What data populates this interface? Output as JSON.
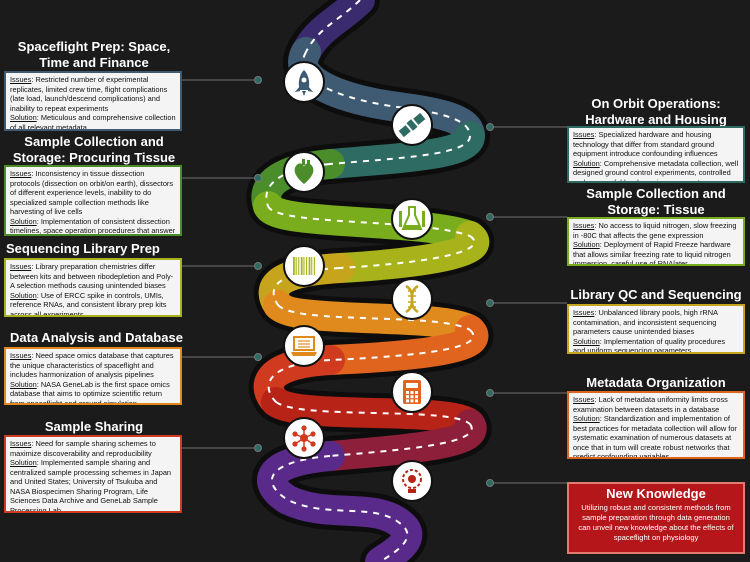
{
  "colors": {
    "background": "#1b1b1b",
    "road_segments": [
      "#3a2a6e",
      "#3f5a73",
      "#2e6b63",
      "#4a8d2a",
      "#79ad1e",
      "#a8b21a",
      "#c6a51d",
      "#e08a1e",
      "#e0641e",
      "#d03a1e",
      "#b82318",
      "#8e1f3a",
      "#5a2a8a"
    ],
    "icon_circle": "#ffffff"
  },
  "icons": [
    "rocket-icon",
    "satellite-icon",
    "heart-icon",
    "flask-icon",
    "barcode-icon",
    "dna-icon",
    "laptop-icon",
    "calculator-icon",
    "network-icon",
    "lightbulb-gear-icon"
  ],
  "left": [
    {
      "title": "Spaceflight Prep: Space, Time and Finance Limitations",
      "issues_label": "Issues",
      "issues_text": ": Restricted number of experimental replicates, limited crew time, flight complications (late load, launch/descend complications) and inability to repeat experiments",
      "solution_label": "Solution",
      "solution_text": ": Meticulous and comprehensive collection of all relevant metadata",
      "border": "#3f5a73"
    },
    {
      "title": "Sample Collection and Storage: Procuring Tissue",
      "issues_label": "Issues",
      "issues_text": ": Inconsistency in tissue dissection protocols (dissection on orbit/on earth), dissectors of different experience levels, inability to do specialized sample collection methods like harvesting of live cells",
      "solution_label": "Solution",
      "solution_text": ": Implementation of consistent dissection timelines, space operation procedures that answer specific biological questions, and suitable controls",
      "border": "#4a8d2a"
    },
    {
      "title": "Sequencing Library Prep",
      "issues_label": "Issues",
      "issues_text": ": Library preparation chemistries differ between kits and between ribodepletion and Poly-A selection methods causing unintended biases",
      "solution_label": "Solution",
      "solution_text": ": Use of ERCC spike in controls, UMIs, reference RNAs, and consistent library prep kits across all experiments",
      "border": "#a8b21a"
    },
    {
      "title": "Data Analysis and Database",
      "issues_label": "Issues",
      "issues_text": ": Need space omics database that captures the unique characteristics of spaceflight and includes harmonization of analysis pipelines",
      "solution_label": "Solution",
      "solution_text": ": NASA GeneLab is the first space omics database that aims to optimize scientific return from spaceflight and ground simulation experiments",
      "border": "#e08a1e"
    },
    {
      "title": "Sample Sharing",
      "issues_label": "Issues",
      "issues_text": ": Need for sample sharing schemes to maximize discoverability and reproducibility",
      "solution_label": "Solution",
      "solution_text": ": Implemented sample sharing and centralized sample processing schemes in Japan and United States; University of Tsukuba and NASA Biospecimen Sharing Program, Life Sciences Data Archive and GeneLab Sample Processing Lab",
      "border": "#d03a1e"
    }
  ],
  "right": [
    {
      "title": "On Orbit Operations: Hardware and Housing",
      "issues_label": "Issues",
      "issues_text": ": Specialized hardware and housing technology that differ from standard ground equipment introduce confounding influences",
      "solution_label": "Solution",
      "solution_text": ": Comprehensive metadata collection, well designed ground control experiments, controlled and purposeful hardware improvement",
      "border": "#2e6b63"
    },
    {
      "title": "Sample Collection and Storage: Tissue Preservation",
      "issues_label": "Issues",
      "issues_text": ": No access to liquid nitrogen, slow freezing in -80C that affects the gene expression",
      "solution_label": "Solution",
      "solution_text": ": Deployment of Rapid Freeze hardware that allows similar freezing rate to liquid nitrogen immersion, careful use of RNAlater",
      "border": "#79ad1e"
    },
    {
      "title": "Library QC and Sequencing",
      "issues_label": "Issues",
      "issues_text": ": Unbalanced library pools, high rRNA contamination, and inconsistent sequencing parameters cause unintended biases",
      "solution_label": "Solution",
      "solution_text": ": Implementation of quality procedures and uniform sequencing parameters",
      "border": "#c6a51d"
    },
    {
      "title": "Metadata Organization",
      "issues_label": "Issues",
      "issues_text": ": Lack of metadata uniformity limits cross examination between datasets in a database",
      "solution_label": "Solution",
      "solution_text": ": Standardization and implementation of best practices for metadata collection will allow for systematic examination of numerous datasets at once that in turn will create robust networks that predict confounding variables",
      "border": "#e0641e"
    }
  ],
  "final": {
    "title": "New Knowledge",
    "text": "Utilizing robust and consistent methods from sample preparation through data generation can unveil new knowledge about the effects of spaceflight on physiology"
  }
}
